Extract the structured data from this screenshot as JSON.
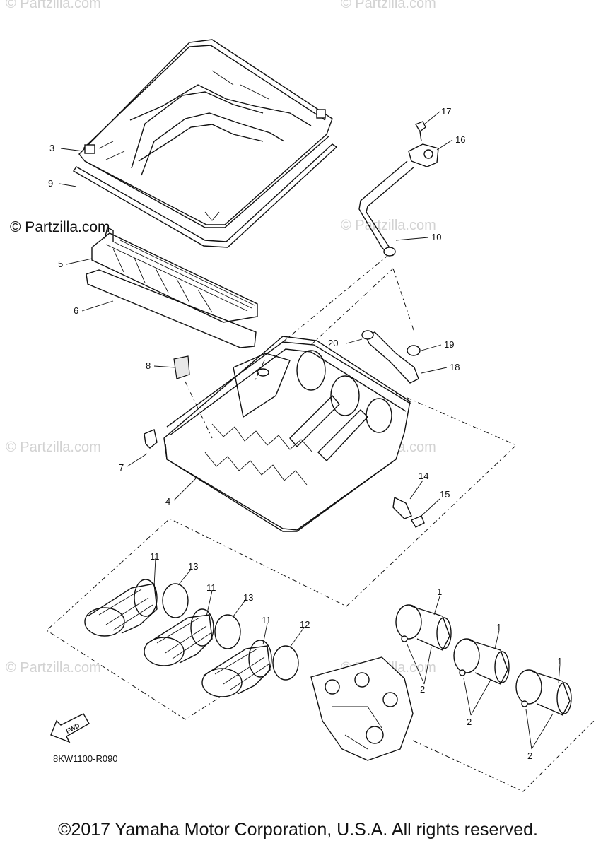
{
  "watermarks": {
    "light": "© Partzilla.com",
    "dark": "© Partzilla.com"
  },
  "callouts": [
    "1",
    "2",
    "3",
    "4",
    "5",
    "6",
    "7",
    "8",
    "9",
    "10",
    "11",
    "12",
    "13",
    "14",
    "15",
    "16",
    "17",
    "18",
    "19",
    "20"
  ],
  "fwd_label": "FWD",
  "diagram_code": "8KW1100-R090",
  "copyright": "©2017 Yamaha Motor Corporation, U.S.A. All rights reserved."
}
